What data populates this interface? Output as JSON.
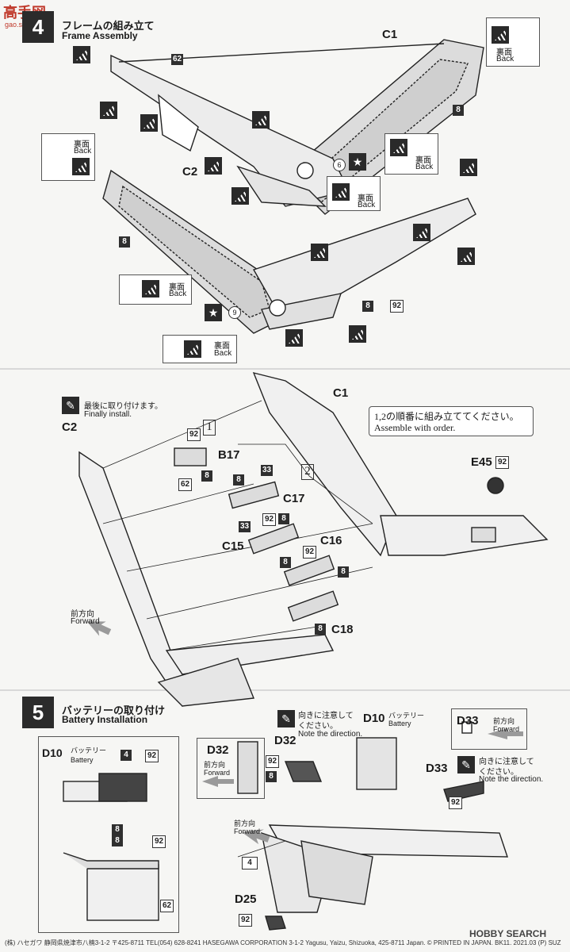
{
  "watermark_top": {
    "chars": "高手网",
    "site": "gao.shou.com"
  },
  "step4": {
    "number": "4",
    "title_jp": "フレームの組み立て",
    "title_en": "Frame Assembly"
  },
  "step4_labels": {
    "c1": "C1",
    "c2": "C2",
    "back_jp": "裏面",
    "back_en": "Back",
    "p62": "62",
    "p8": "8",
    "p6": "6",
    "p9": "9",
    "p92": "92"
  },
  "step4b": {
    "final_jp": "最後に取り付けます。",
    "final_en": "Finally install.",
    "order_jp": "1,2の順番に組み立ててください。",
    "order_en": "Assemble with order.",
    "c2": "C2",
    "c1": "C1",
    "b17": "B17",
    "c17": "C17",
    "c15": "C15",
    "c16": "C16",
    "c18": "C18",
    "e45": "E45",
    "n1": "1",
    "n2": "2",
    "p92": "92",
    "p62": "62",
    "p8": "8",
    "p33": "33",
    "forward_jp": "前方向",
    "forward_en": "Forward"
  },
  "step5": {
    "number": "5",
    "title_jp": "バッテリーの取り付け",
    "title_en": "Battery Installation"
  },
  "step5_labels": {
    "d10": "D10",
    "battery_jp": "バッテリー",
    "battery_en": "Battery",
    "d32": "D32",
    "d33": "D33",
    "d25": "D25",
    "forward_jp": "前方向",
    "forward_en": "Forward",
    "note_jp": "向きに注意して",
    "note_jp2": "ください。",
    "note_en": "Note the direction.",
    "p4": "4",
    "p8": "8",
    "p92": "92",
    "p62": "62"
  },
  "footer": {
    "text": "(株) ハセガワ 静岡県焼津市八楠3-1-2 〒425-8711 TEL(054) 628-8241   HASEGAWA CORPORATION 3-1-2 Yagusu, Yaizu, Shizuoka, 425-8711 Japan.  © PRINTED IN JAPAN. BK11. 2021.03 (P) SUZ",
    "logo": "HOBBY SEARCH"
  },
  "colors": {
    "ink": "#1a1a1a",
    "paper": "#f6f6f4",
    "part": "#dcdcdc"
  }
}
